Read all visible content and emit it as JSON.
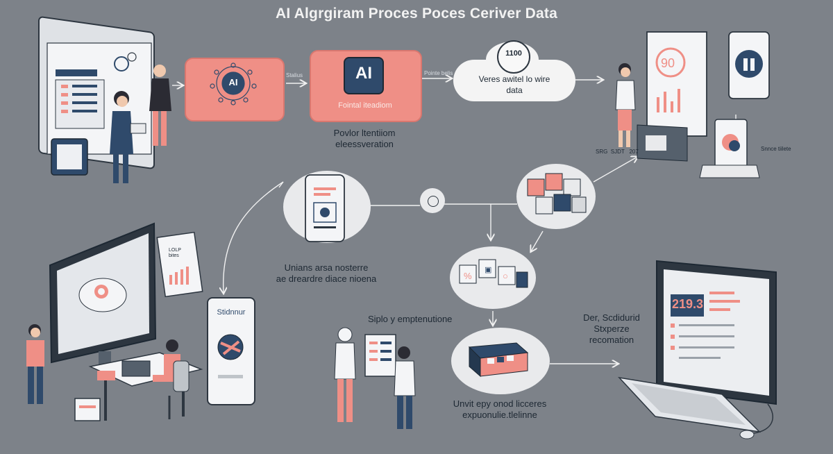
{
  "title": "AI Algrgiram Proces Poces  Ceriver Data",
  "nodes": {
    "ai_card_left": {
      "badge": "AI"
    },
    "ai_card_center": {
      "badge": "AI",
      "caption": "Fointal iteadiom"
    },
    "center_caption": {
      "line1": "Povlor ltentiiom",
      "line2": "eleessveration"
    },
    "cloud": {
      "counter": "1100",
      "line1": "Veres awitel lo wire",
      "line2": "data"
    },
    "tablet_caption": {
      "line1": "Unians arsa nosterre",
      "line2": "ae dreardre diace nioena"
    },
    "cubes_caption": {
      "text": "Siplo y emptenutione"
    },
    "bottom_caption": {
      "line1": "Unvit epy onod licceres",
      "line2": "expuonulie.tlelinne"
    },
    "recommend_caption": {
      "line1": "Der, Scdidurid",
      "line2": "Stxperze",
      "line3": "recomation"
    },
    "phone_title": {
      "text": "Stidnnur"
    },
    "right_monitor": {
      "readout": "219.3"
    },
    "small_labels": {
      "arrow1": "Stalius",
      "arrow2": "Pointe belis",
      "laptop": "SRG  SJDT   207",
      "side": "Snnce tiilete",
      "poster": "LOLP\nbites"
    }
  },
  "colors": {
    "background": "#7d8289",
    "accent_red": "#ef8f86",
    "navy": "#2f4a6b",
    "bubble": "#e9eaec"
  }
}
